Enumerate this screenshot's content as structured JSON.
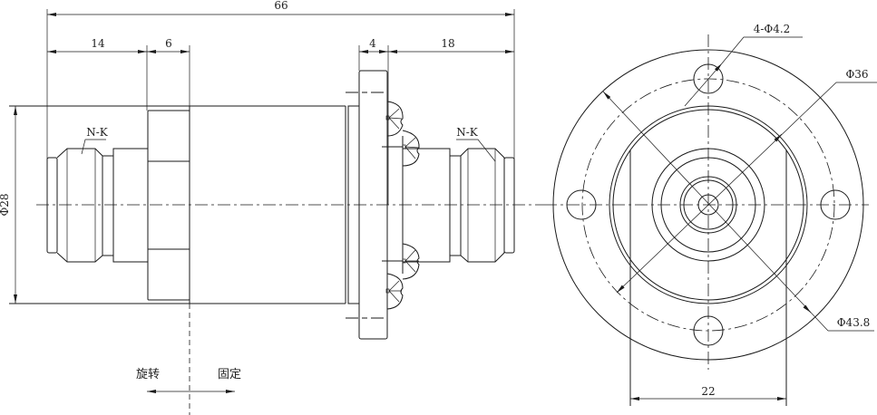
{
  "dimensions": {
    "overall_length": "66",
    "left_connector_length": "14",
    "hex_length": "6",
    "flange_thickness": "4",
    "right_connector_length": "18",
    "body_diameter": "Φ28",
    "mounting_holes": "4-Φ4.2",
    "inner_diameter": "Φ36",
    "flange_diameter": "Φ43.8",
    "flat_width": "22"
  },
  "labels": {
    "left_connector": "N-K",
    "right_connector": "N-K",
    "rotating_side": "旋转",
    "fixed_side": "固定"
  }
}
